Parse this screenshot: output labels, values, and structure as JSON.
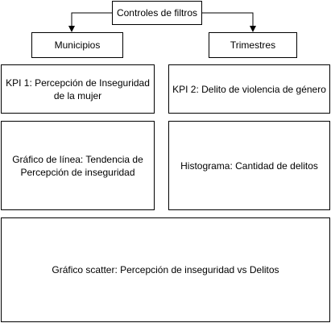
{
  "diagram": {
    "root": {
      "label": "Controles de filtros"
    },
    "filters": [
      {
        "label": "Municipios"
      },
      {
        "label": "Trimestres"
      }
    ],
    "kpis": [
      {
        "label": "KPI 1: Percepción de Inseguridad de la mujer"
      },
      {
        "label": "KPI 2: Delito de violencia de género"
      }
    ],
    "charts": [
      {
        "label": "Gráfico de línea: Tendencia de Percepción de inseguridad"
      },
      {
        "label": "Histograma: Cantidad de delitos"
      }
    ],
    "scatter": {
      "label": "Gráfico scatter: Percepción de inseguridad vs Delitos"
    }
  }
}
